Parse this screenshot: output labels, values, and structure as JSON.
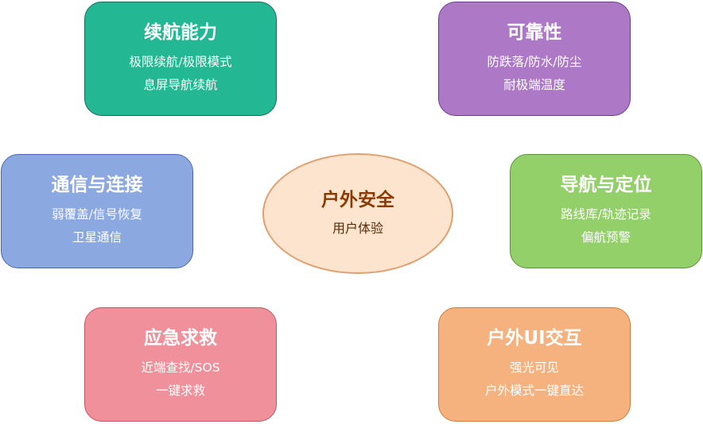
{
  "center": {
    "title": "户外安全",
    "subtitle": "用户体验",
    "fill": "#fce4cf"
  },
  "cards": {
    "battery": {
      "title": "续航能力",
      "lines": [
        "极限续航/极限模式",
        "息屏导航续航"
      ],
      "color": "#23b893"
    },
    "reliability": {
      "title": "可靠性",
      "lines": [
        "防跌落/防水/防尘",
        "耐极端温度"
      ],
      "color": "#ad79c6"
    },
    "comm": {
      "title": "通信与连接",
      "lines": [
        "弱覆盖/信号恢复",
        "卫星通信"
      ],
      "color": "#8ba8e1"
    },
    "nav": {
      "title": "导航与定位",
      "lines": [
        "路线库/轨迹记录",
        "偏航预警"
      ],
      "color": "#93d06a"
    },
    "emergency": {
      "title": "应急求救",
      "lines": [
        "近端查找/SOS",
        "一键求救"
      ],
      "color": "#ef909a"
    },
    "ui": {
      "title": "户外UI交互",
      "lines": [
        "强光可见",
        "户外模式一键直达"
      ],
      "color": "#f5b27f"
    }
  }
}
